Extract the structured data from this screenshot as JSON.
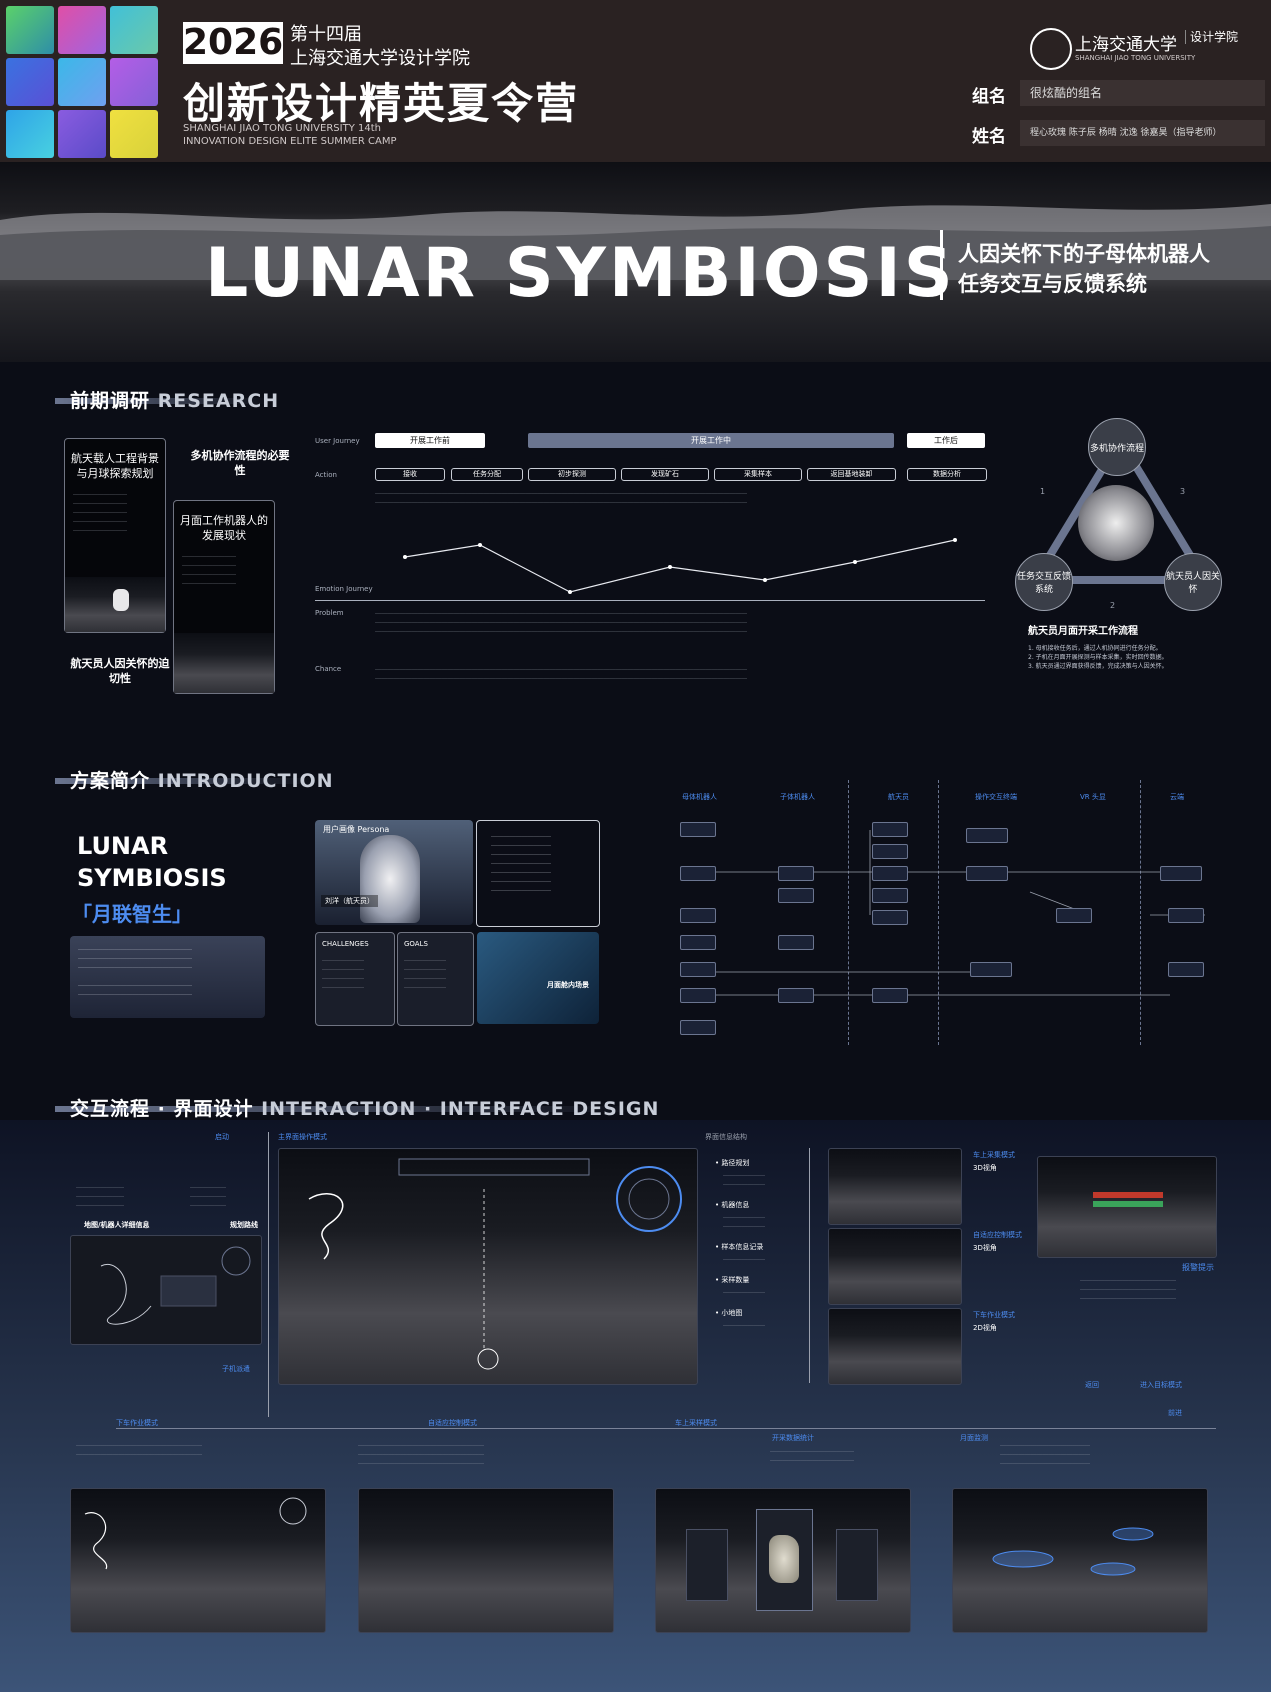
{
  "header": {
    "year": "2026",
    "edition": "第十四届",
    "school": "上海交通大学设计学院",
    "camp": "创新设计精英夏令营",
    "sub_en_1": "SHANGHAI JIAO TONG UNIVERSITY 14th",
    "sub_en_2": "INNOVATION DESIGN ELITE SUMMER CAMP",
    "university_cn": "上海交通大学",
    "university_en": "SHANGHAI JIAO TONG UNIVERSITY",
    "design_school": "设计学院",
    "group_label": "组名",
    "group_value": "很炫酷的组名",
    "name_label": "姓名",
    "name_value": "程心玫瑰 陈子辰 杨晴 沈逸 徐嘉昊（指导老师）"
  },
  "hero": {
    "title": "LUNAR SYMBIOSIS",
    "subtitle_1": "人因关怀下的子母体机器人",
    "subtitle_2": "任务交互与反馈系统"
  },
  "research": {
    "title_cn": "前期调研",
    "title_en": "RESEARCH",
    "card1_title": "航天载人工程背景与月球探索规划",
    "card2_title": "多机协作流程的必要性",
    "card3_title": "月面工作机器人的发展现状",
    "card4_title": "航天员人因关怀的迫切性",
    "journey_label": "User Journey",
    "actions_label": "Action",
    "emotion_label": "Emotion Journey",
    "problem_label": "Problem",
    "chance_label": "Chance",
    "phases": [
      "开展工作前",
      "开展工作中",
      "工作后"
    ],
    "actions": [
      "接收",
      "任务分配",
      "初步探测",
      "发现矿石",
      "采集样本",
      "返回基地装卸",
      "数据分析"
    ],
    "cycle_nodes": [
      "多机协作流程",
      "任务交互反馈系统",
      "航天员人因关怀"
    ],
    "cycle_nums": [
      "1",
      "2",
      "3"
    ],
    "cycle_title": "航天员月面开采工作流程",
    "cycle_steps": [
      "1. 母机接收任务后，通过人机协同进行任务分配。",
      "2. 子机在月面开展探测与样本采集，实时回传数据。",
      "3. 航天员通过界面获得反馈，完成决策与人因关怀。"
    ]
  },
  "intro": {
    "title_cn": "方案简介",
    "title_en": "INTRODUCTION",
    "name_1": "LUNAR",
    "name_2": "SYMBIOSIS",
    "name_cn": "「月联智生」",
    "persona_label": "用户画像 Persona",
    "persona_name": "刘洋（航天员）",
    "challenges_label": "CHALLENGES",
    "goals_label": "GOALS",
    "scene_label": "月面舱内场景",
    "flow_headers": [
      "母体机器人",
      "子体机器人",
      "航天员",
      "操作交互终端",
      "VR 头显",
      "云端"
    ]
  },
  "interaction": {
    "title_cn": "交互流程 · 界面设计",
    "title_en": "INTERACTION · INTERFACE DESIGN",
    "labels": {
      "start": "启动",
      "main": "主界面操作模式",
      "page_info": "界面信息结构",
      "map": "地图/机器人详细信息",
      "plan": "规划路线",
      "child_dispatch": "子机派遣",
      "child_mode": "下车作业模式",
      "auto_mode": "自适应控制模式",
      "car_mode": "车上采样模式",
      "mining": "开采数据统计",
      "mars_monitor": "月面监测",
      "mode_1": "车上采集模式",
      "mode_2": "自适应控制模式",
      "mode_3": "下车作业模式",
      "alert": "报警提示",
      "return": "返回",
      "enter_mode": "进入目标模式",
      "move_forward": "前进"
    },
    "info_items": [
      "路径规划",
      "机器信息",
      "样本信息记录",
      "采样数量",
      "小地图"
    ],
    "mode_tags": [
      "3D视角",
      "3D视角",
      "2D视角"
    ]
  }
}
